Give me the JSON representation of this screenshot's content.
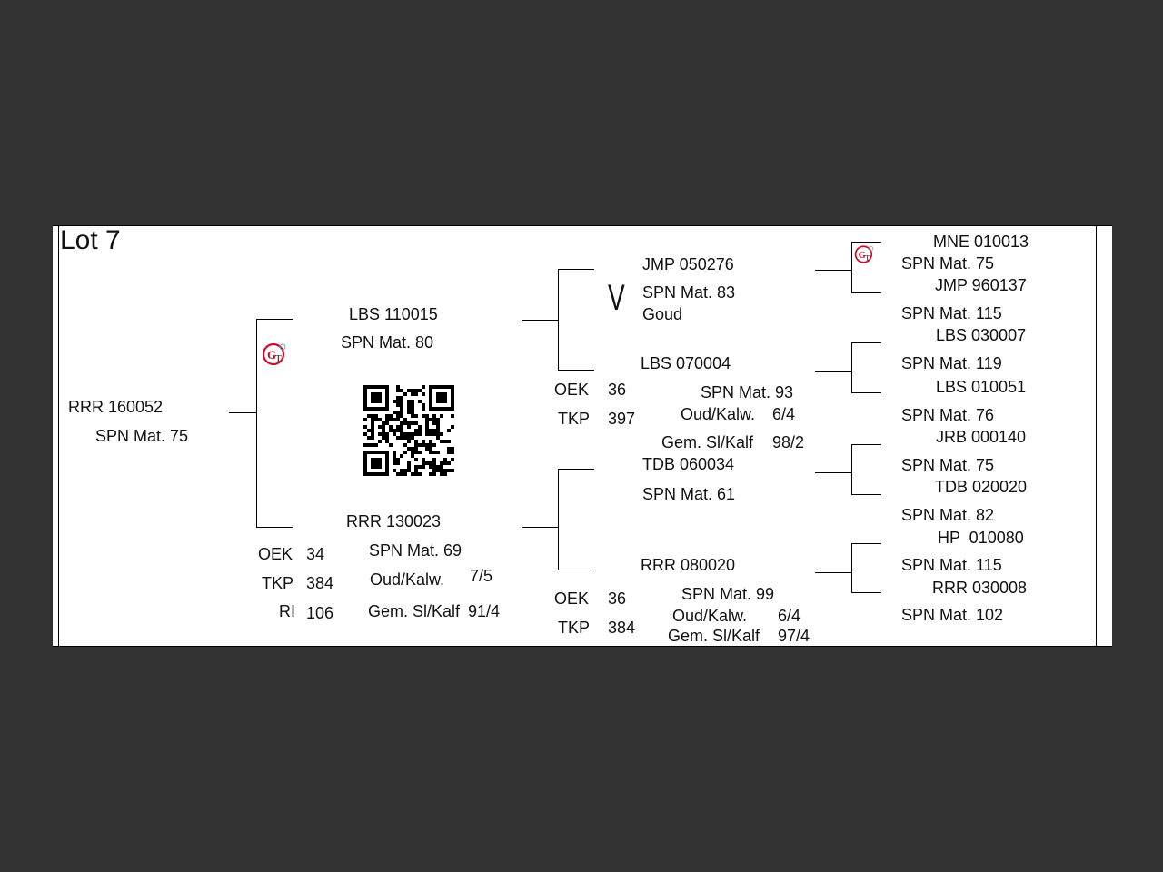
{
  "lot_title": "Lot 7",
  "subject": {
    "id": "RRR 160052",
    "spn": "SPN Mat. 75"
  },
  "sire": {
    "id": "LBS 110015",
    "spn": "SPN Mat. 80"
  },
  "dam": {
    "id": "RRR 130023",
    "spn": "SPN Mat. 69",
    "oek_label": "OEK",
    "oek_value": "34",
    "tkp_label": "TKP",
    "tkp_value": "384",
    "ri_label": "RI",
    "ri_value": "106",
    "oudkalw_label": "Oud/Kalw.",
    "oudkalw_value": "7/5",
    "gemsl_label": "Gem. Sl/Kalf",
    "gemsl_value": "91/4"
  },
  "ss": {
    "id": "JMP 050276",
    "spn": "SPN Mat. 83",
    "goud": "Goud",
    "mark": "V"
  },
  "sd": {
    "id": "LBS 070004",
    "spn": "SPN Mat. 93",
    "oek_label": "OEK",
    "oek_value": "36",
    "tkp_label": "TKP",
    "tkp_value": "397",
    "oudkalw_label": "Oud/Kalw.",
    "oudkalw_value": "6/4",
    "gemsl_label": "Gem. Sl/Kalf",
    "gemsl_value": "98/2"
  },
  "ds": {
    "id": "TDB 060034",
    "spn": "SPN Mat. 61"
  },
  "dd": {
    "id": "RRR 080020",
    "spn": "SPN Mat. 99",
    "oek_label": "OEK",
    "oek_value": "36",
    "tkp_label": "TKP",
    "tkp_value": "384",
    "oudkalw_label": "Oud/Kalw.",
    "oudkalw_value": "6/4",
    "gemsl_label": "Gem. Sl/Kalf",
    "gemsl_value": "97/4"
  },
  "gg": [
    {
      "id": "MNE 010013",
      "spn": "SPN Mat. 75"
    },
    {
      "id": "JMP 960137",
      "spn": "SPN Mat. 115"
    },
    {
      "id": "LBS 030007",
      "spn": "SPN Mat. 119"
    },
    {
      "id": "LBS 010051",
      "spn": "SPN Mat. 76"
    },
    {
      "id": "JRB 000140",
      "spn": "SPN Mat. 75"
    },
    {
      "id": "TDB 020020",
      "spn": "SPN Mat. 82"
    },
    {
      "id": "HP  010080",
      "spn": "SPN Mat. 115"
    },
    {
      "id": "RRR 030008",
      "spn": "SPN Mat. 102"
    }
  ],
  "colors": {
    "background": "#333333",
    "card": "#ffffff",
    "logo_red": "#c8102e"
  },
  "icons": {
    "logo": "gt-breeder-logo",
    "qr": "qr-code"
  }
}
